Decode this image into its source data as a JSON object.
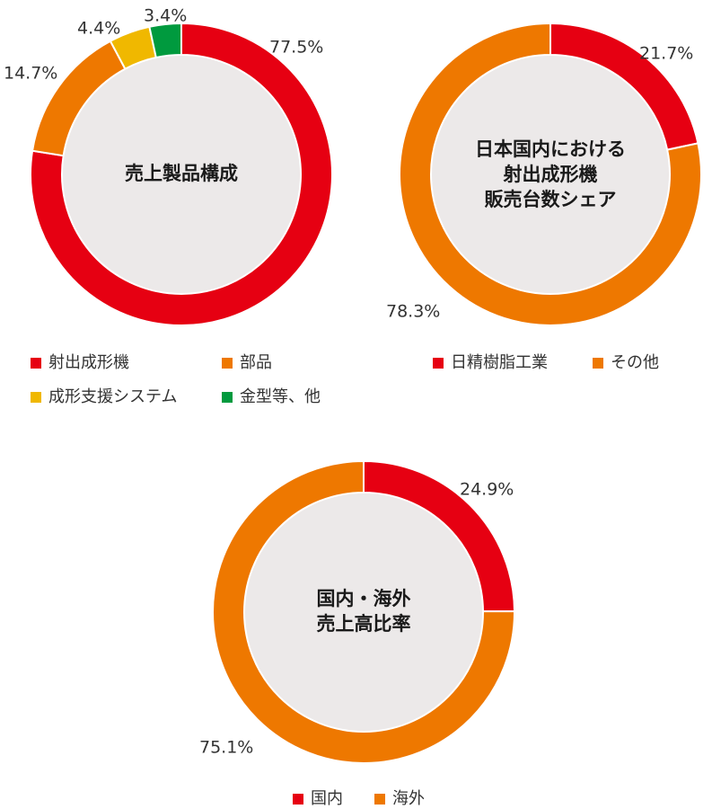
{
  "colors": {
    "red": "#e60012",
    "orange": "#ee7800",
    "yellow": "#f0b800",
    "green": "#009a3e",
    "center_fill": "#ece9e9"
  },
  "chart_data": [
    {
      "type": "pie",
      "title_lines": [
        "売上製品構成"
      ],
      "slices": [
        {
          "label": "射出成形機",
          "value": 77.5,
          "display": "77.5%",
          "color": "#e60012"
        },
        {
          "label": "部品",
          "value": 14.7,
          "display": "14.7%",
          "color": "#ee7800"
        },
        {
          "label": "成形支援システム",
          "value": 4.4,
          "display": "4.4%",
          "color": "#f0b800"
        },
        {
          "label": "金型等、他",
          "value": 3.4,
          "display": "3.4%",
          "color": "#009a3e"
        }
      ]
    },
    {
      "type": "pie",
      "title_lines": [
        "日本国内における",
        "射出成形機",
        "販売台数シェア"
      ],
      "slices": [
        {
          "label": "日精樹脂工業",
          "value": 21.7,
          "display": "21.7%",
          "color": "#e60012"
        },
        {
          "label": "その他",
          "value": 78.3,
          "display": "78.3%",
          "color": "#ee7800"
        }
      ]
    },
    {
      "type": "pie",
      "title_lines": [
        "国内・海外",
        "売上高比率"
      ],
      "slices": [
        {
          "label": "国内",
          "value": 24.9,
          "display": "24.9%",
          "color": "#e60012"
        },
        {
          "label": "海外",
          "value": 75.1,
          "display": "75.1%",
          "color": "#ee7800"
        }
      ]
    }
  ]
}
